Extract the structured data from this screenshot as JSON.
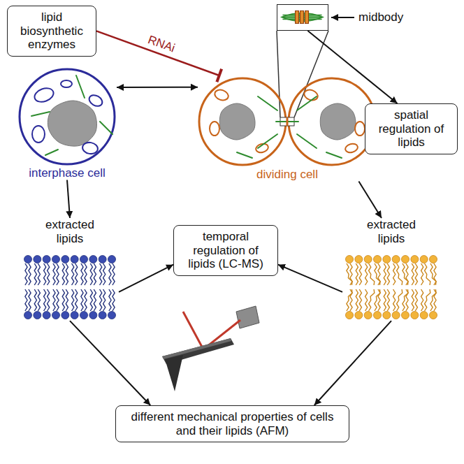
{
  "diagram": {
    "nodes": [
      {
        "text": [
          "lipid biosynthetic enzymes"
        ]
      },
      {
        "text": [
          "midbody"
        ]
      },
      {
        "text": [
          "interphase cell"
        ]
      },
      {
        "text": [
          "dividing cell"
        ]
      },
      {
        "text": [
          "spatial regulation of lipids"
        ]
      },
      {
        "text": [
          "extracted lipids"
        ]
      },
      {
        "text": [
          "temporal regulation of lipids (LC-MS)"
        ]
      },
      {
        "text": [
          "extracted lipids"
        ]
      },
      {
        "text": [
          "different mechanical properties of cells and their lipids (AFM)"
        ]
      }
    ],
    "edges": [
      {
        "from": 0,
        "to": 3,
        "arrow": "to",
        "label": "RNAi"
      },
      {
        "from": 2,
        "to": 3,
        "arrow": "both"
      },
      {
        "from": 1,
        "to": 4,
        "arrow": "to"
      },
      {
        "from": 2,
        "to": 5,
        "arrow": "to"
      },
      {
        "from": 3,
        "to": 7,
        "arrow": "to"
      },
      {
        "from": 5,
        "to": 6,
        "arrow": "to"
      },
      {
        "from": 7,
        "to": 6,
        "arrow": "to"
      },
      {
        "from": 5,
        "to": 8,
        "arrow": "to"
      },
      {
        "from": 7,
        "to": 8,
        "arrow": "to"
      }
    ]
  }
}
